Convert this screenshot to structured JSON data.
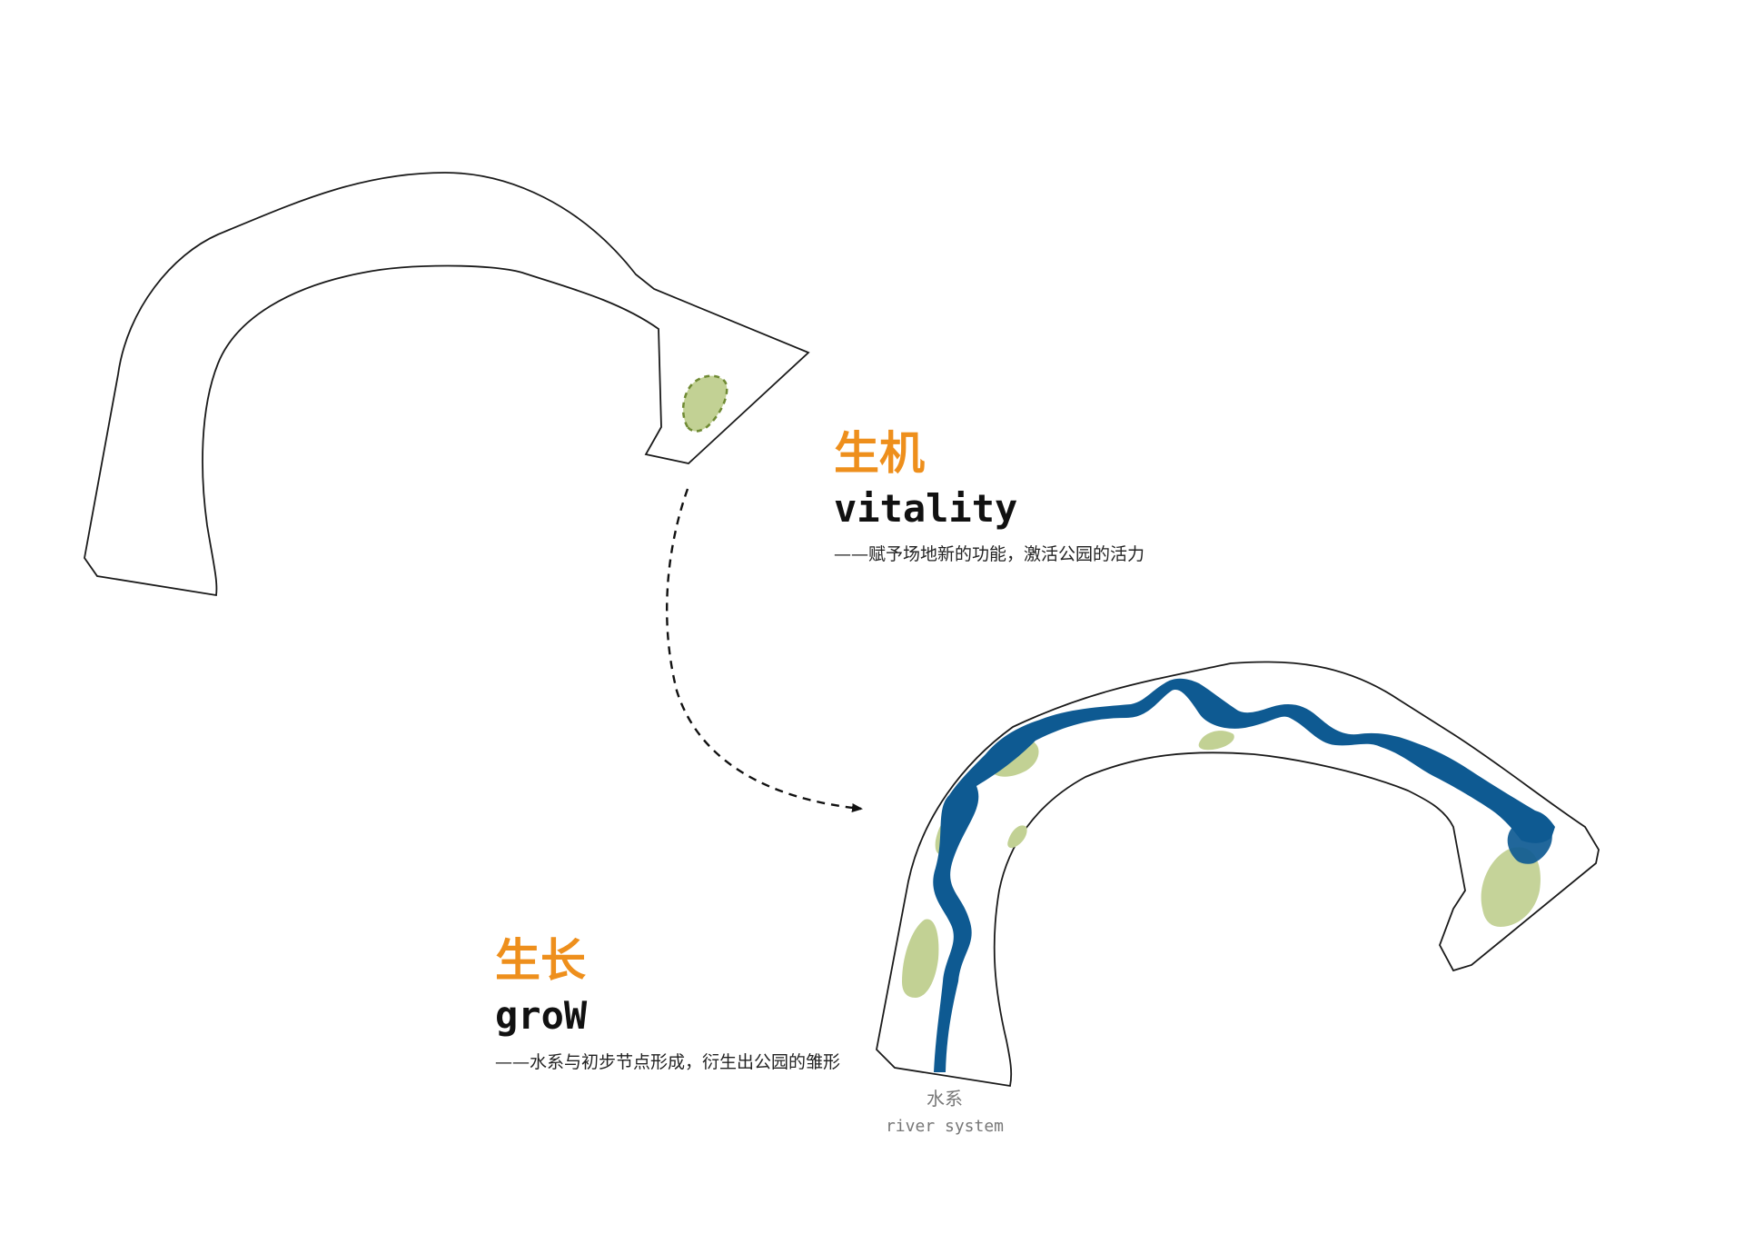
{
  "colors": {
    "accent_orange": "#ee8f1c",
    "river_blue": "#0e5a92",
    "green_patch": "#c2d194",
    "green_dash": "#6f8a33",
    "outline": "#1a1a1a",
    "label_gray": "#777777"
  },
  "stage_vitality": {
    "title_cn": "生机",
    "title_en": "vitality",
    "caption": "——赋予场地新的功能，激活公园的活力"
  },
  "stage_grow": {
    "title_cn": "生长",
    "title_en": "groW",
    "caption": "——水系与初步节点形成，衍生出公园的雏形"
  },
  "river_label": {
    "cn": "水系",
    "en": "river system"
  },
  "icons": {
    "arrow": "dashed-curved-arrow"
  }
}
